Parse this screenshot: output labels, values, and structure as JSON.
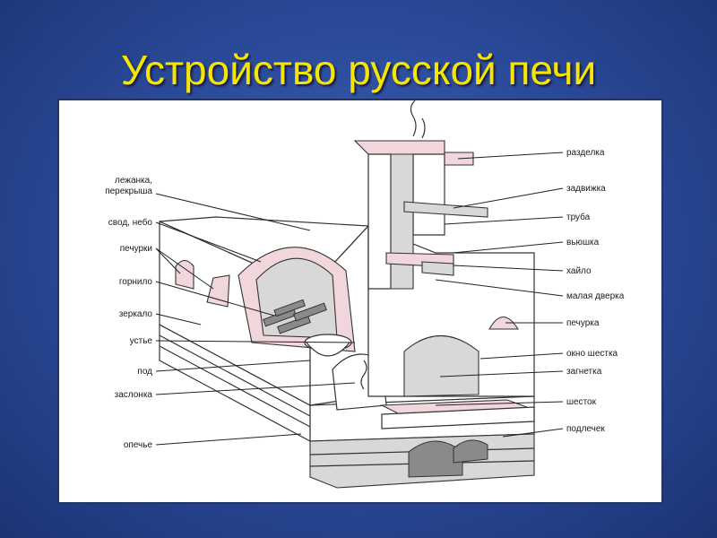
{
  "title": "Устройство русской печи",
  "labels": {
    "lezhanka": "лежанка,",
    "perekrysha": "перекрыша",
    "svod": "свод, небо",
    "pechurki": "печурки",
    "gornilo": "горнило",
    "zerkalo": "зеркало",
    "ustye": "устье",
    "pod": "под",
    "zaslonka": "заслонка",
    "opechye": "опечье",
    "razdelka": "разделка",
    "zadvizhka": "задвижка",
    "truba": "труба",
    "vyushka": "вьюшка",
    "khaylo": "хайло",
    "malaya_dverka": "малая дверка",
    "pechurka": "печурка",
    "okno_shestka": "окно шестка",
    "zagnetka": "загнетка",
    "shestok": "шесток",
    "podlechek": "подлечек"
  }
}
